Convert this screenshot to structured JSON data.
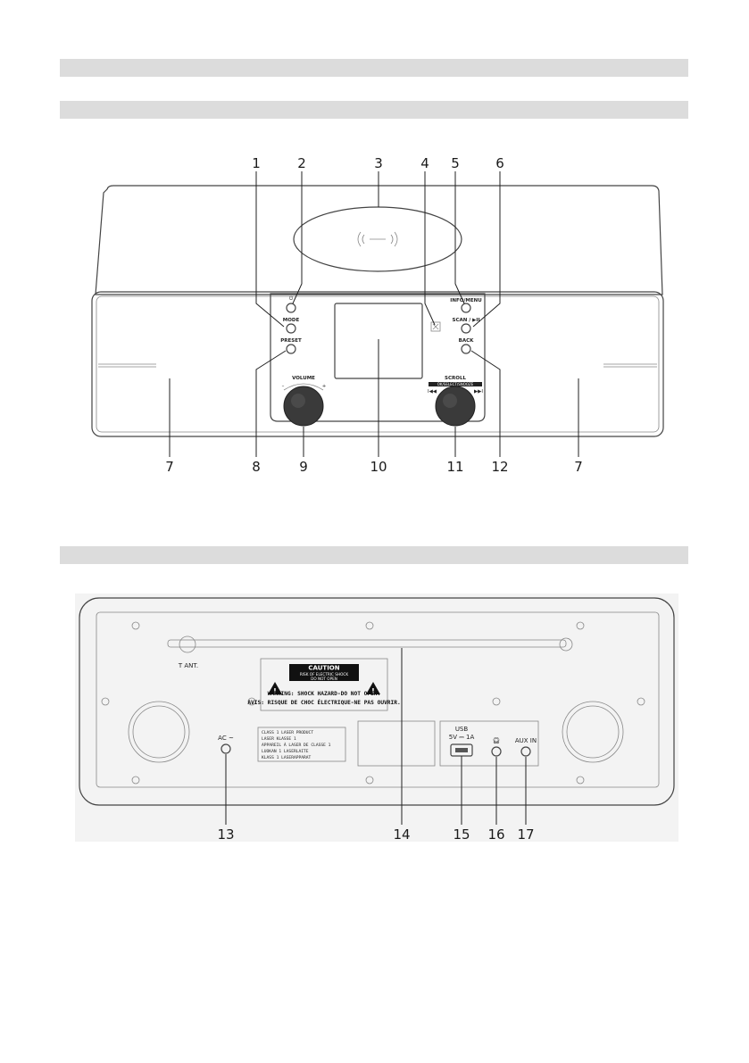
{
  "front_diagram": {
    "callouts": [
      "1",
      "2",
      "3",
      "4",
      "5",
      "6",
      "7",
      "8",
      "9",
      "10",
      "11",
      "12",
      "7"
    ],
    "buttons": {
      "mode": "MODE",
      "preset": "PRESET",
      "info_menu": "INFO/MENU",
      "scan": "SCAN / ▶II",
      "back": "BACK",
      "volume": "VOLUME",
      "volume_minus": "–",
      "volume_plus": "+",
      "scroll": "SCROLL",
      "scroll_sub": "OK/SELECT/SNOOZE",
      "prev": "I◀◀",
      "next": "▶▶I"
    }
  },
  "rear_diagram": {
    "callouts": [
      "13",
      "14",
      "15",
      "16",
      "17"
    ],
    "antenna_label": "T ANT.",
    "ac_label": "AC ~",
    "usb_label": "USB",
    "usb_rating": "5V ⎓ 1A",
    "aux_label": "AUX IN",
    "caution": {
      "title": "CAUTION",
      "line1": "RISK OF ELECTRIC SHOCK",
      "line2": "DO NOT OPEN",
      "warning_en": "WARNING: SHOCK HAZARD-DO NOT OPEN.",
      "warning_fr": "AVIS: RISQUE DE CHOC ÉLECTRIQUE-NE PAS OUVRIR."
    },
    "laser_label": [
      "CLASS 1 LASER PRODUCT",
      "LASER KLASSE 1",
      "APPAREIL À LASER DE CLASSE 1",
      "LUOKAN 1 LASERLAITE",
      "KLASS 1 LASERAPPARAT"
    ]
  }
}
